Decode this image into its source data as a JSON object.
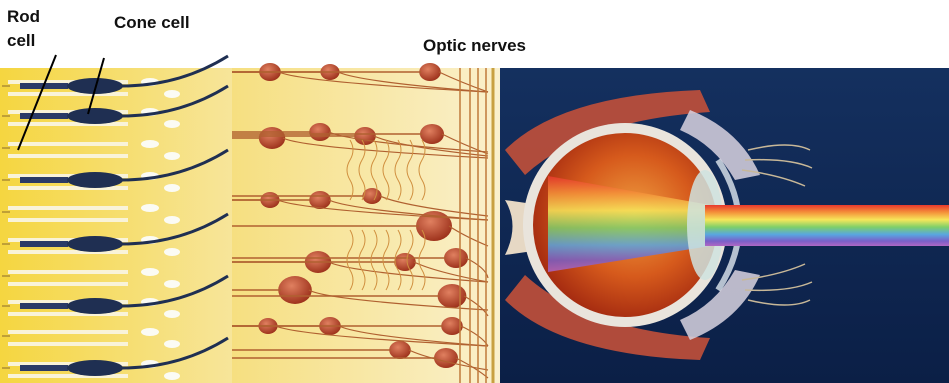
{
  "labels": {
    "rod_line1": "Rod",
    "rod_line2": "cell",
    "cone": "Cone cell",
    "optic": "Optic nerves"
  },
  "colors": {
    "retina_yellow": "#f2d35a",
    "nerve_panel": "#f7e7b0",
    "cell_body": "#b8452a",
    "eye_background": "#0f2a5c",
    "iris": "#d46a1e",
    "cone_dark": "#1f2f52"
  }
}
